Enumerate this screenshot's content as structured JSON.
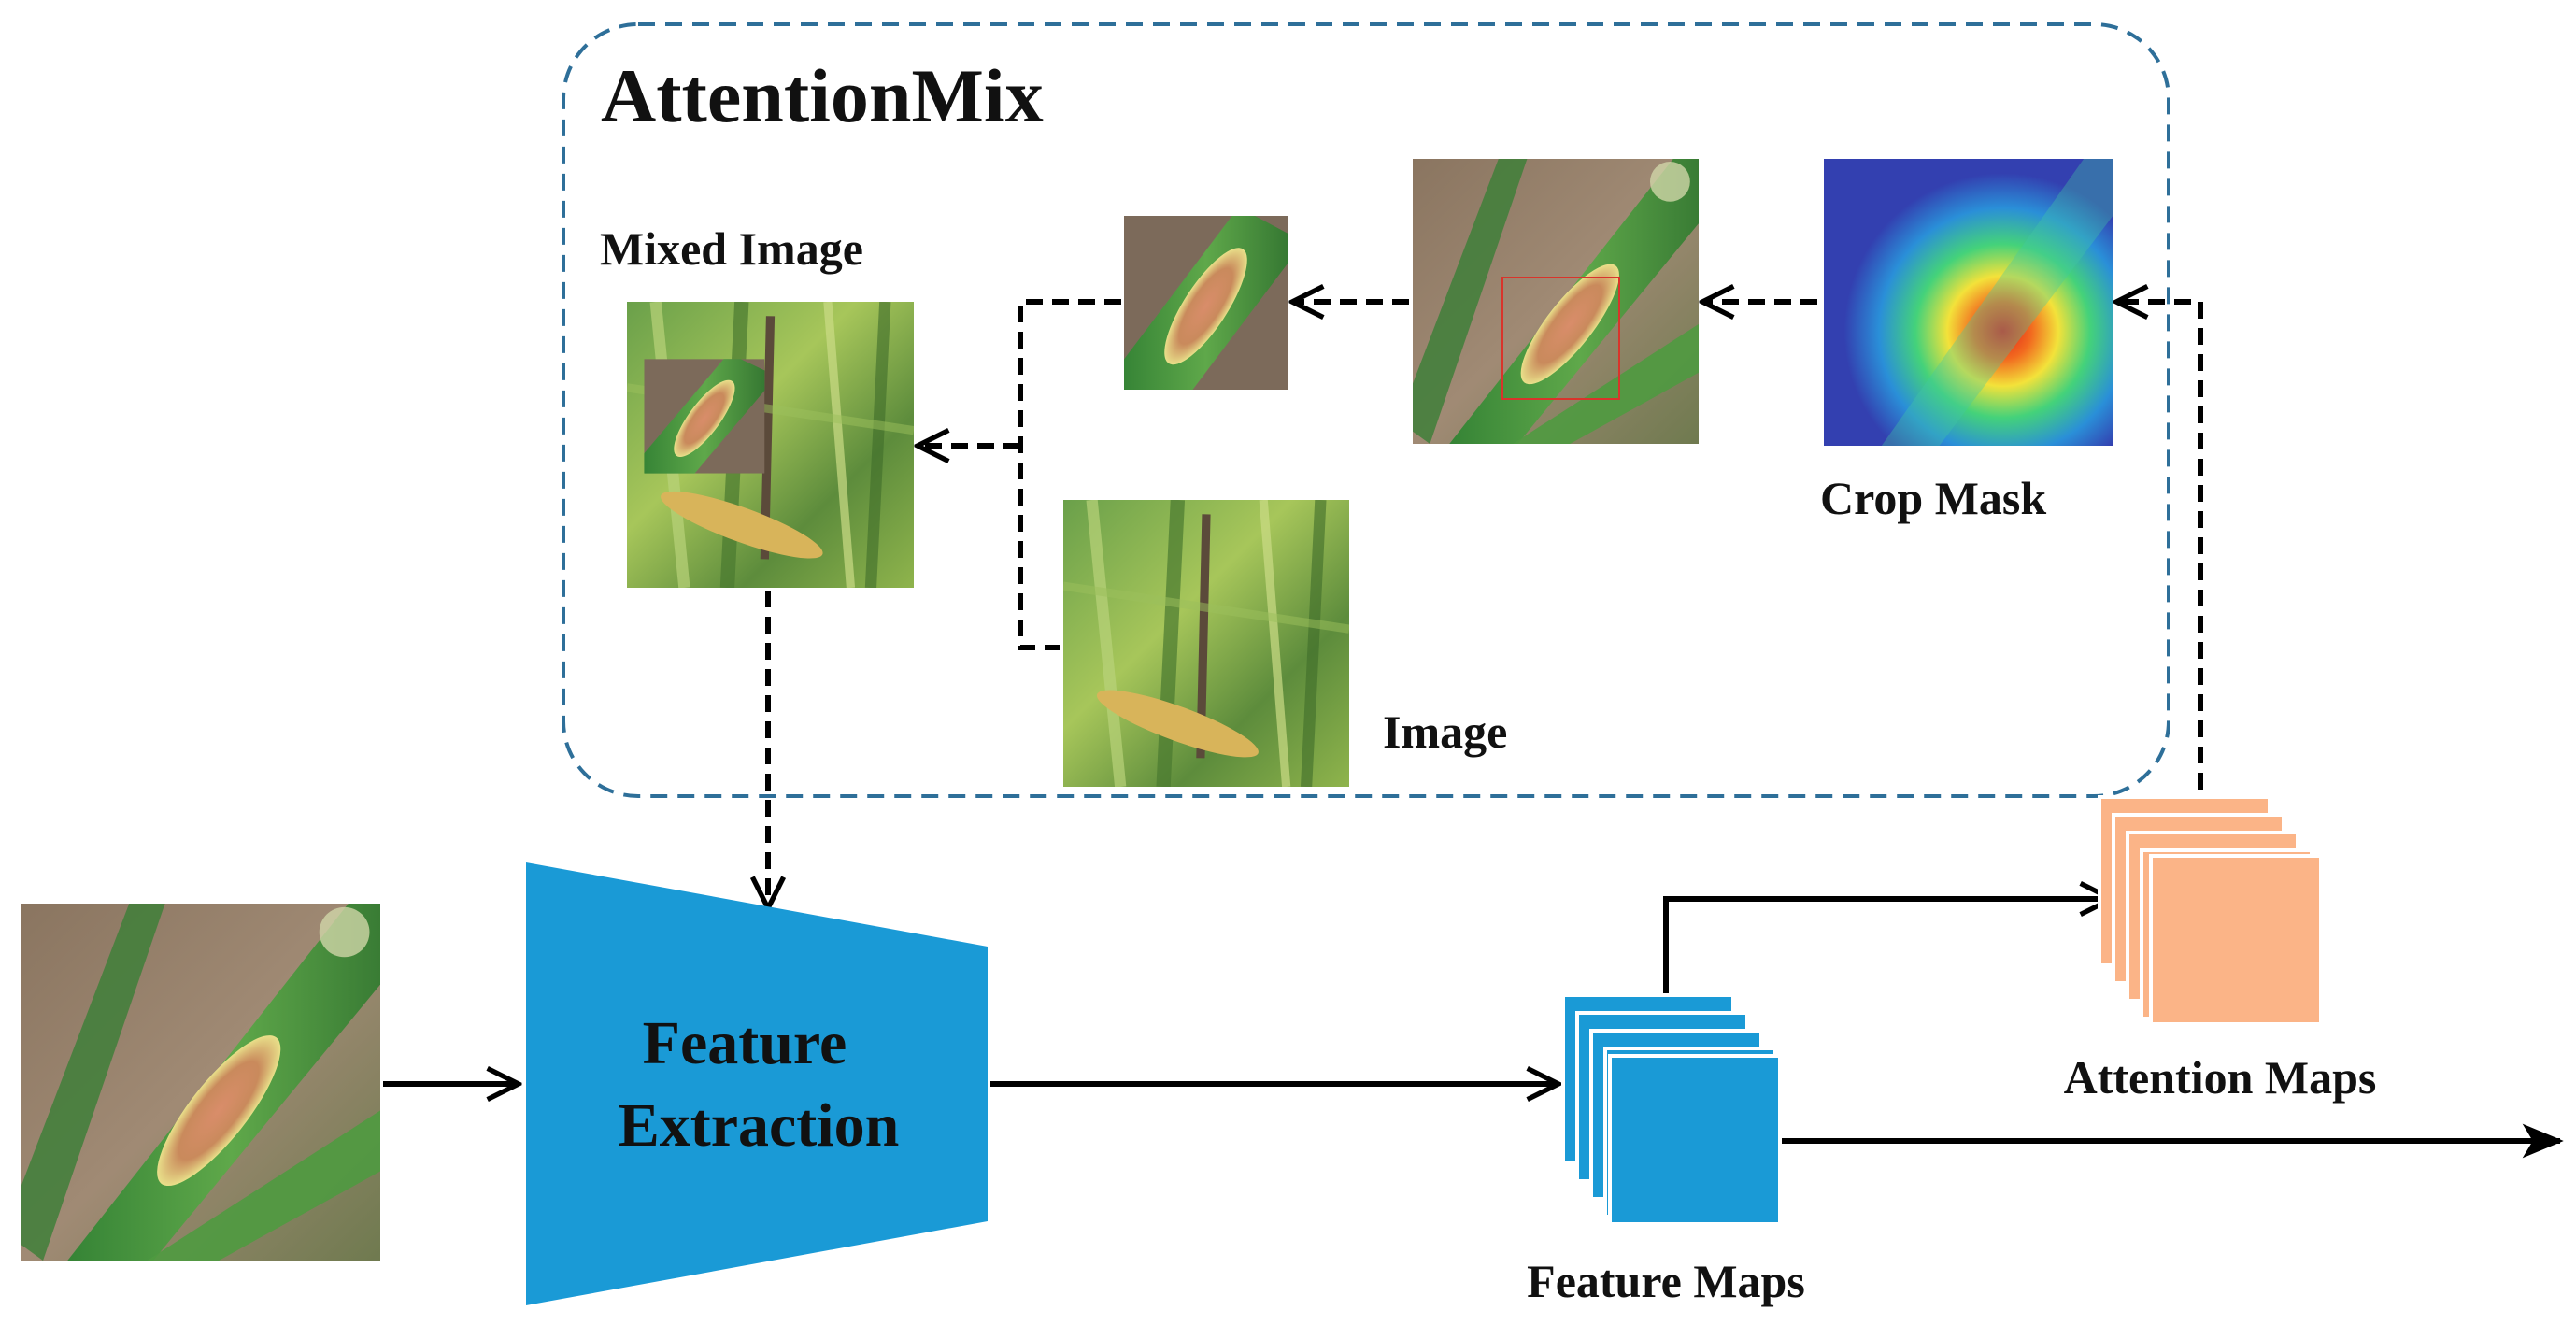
{
  "title": "AttentionMix",
  "labels": {
    "mixed_image": "Mixed Image",
    "image": "Image",
    "crop_mask": "Crop Mask",
    "feature_extraction_line1": "Feature",
    "feature_extraction_line2": "Extraction",
    "feature_maps": "Feature Maps",
    "attention_maps": "Attention Maps"
  },
  "colors": {
    "box_border": "#2e6f99",
    "extractor": "#1a9ad6",
    "feature_maps": "#1a9ad6",
    "attention_maps": "#fbb487",
    "arrow": "#000000",
    "crop_box": "#d9342b"
  },
  "image_contents": {
    "input": "leaf-with-lesion",
    "crop_source": "leaf-with-lesion",
    "crop_patch": "lesion-patch",
    "heatmap": "attention-heatmap",
    "image": "wheat-field",
    "mixed": "wheat-field-with-pasted-patch"
  }
}
